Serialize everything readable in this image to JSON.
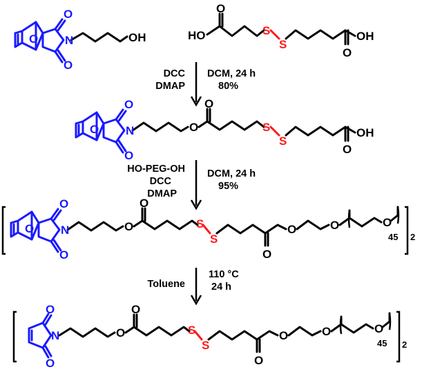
{
  "atoms": {
    "O": "O",
    "N": "N",
    "S": "S",
    "OH": "OH",
    "HO": "HO"
  },
  "steps": [
    {
      "left": [
        "DCC",
        "DMAP"
      ],
      "right": [
        "DCM, 24 h",
        "80%"
      ]
    },
    {
      "left": [
        "HO-PEG-OH",
        "DCC",
        "DMAP"
      ],
      "right": [
        "DCM, 24 h",
        "95%"
      ]
    },
    {
      "left": [
        "Toluene"
      ],
      "right": [
        "110 °C",
        "24 h"
      ]
    }
  ],
  "repeat_count": "45",
  "multiplier": "2",
  "colors": {
    "imide": "#1a1aff",
    "disulfide": "#ff1a1a",
    "default": "#000000"
  }
}
